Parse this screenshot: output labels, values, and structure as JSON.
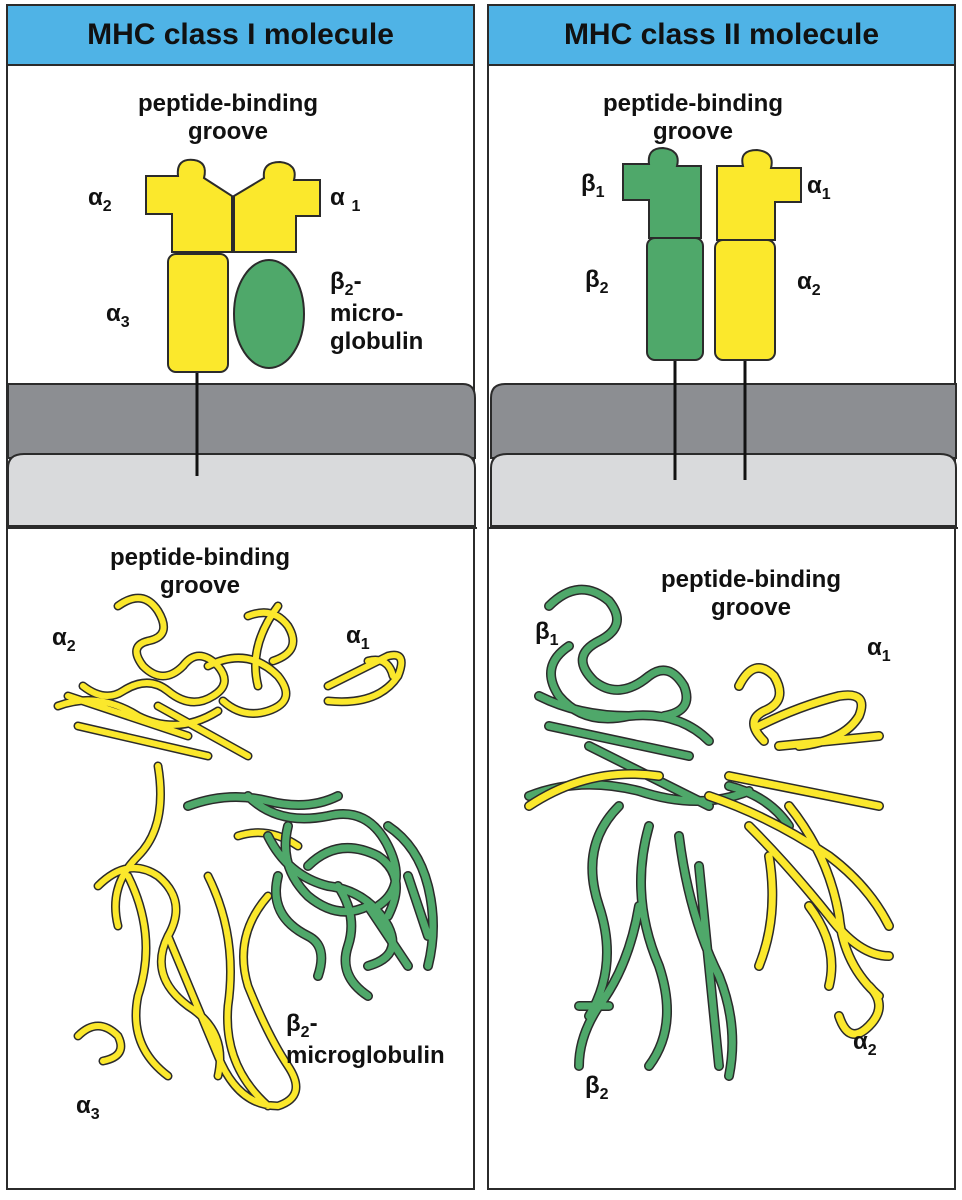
{
  "colors": {
    "header": "#4fb3e6",
    "alpha_chain": "#fbe82c",
    "beta_chain": "#4fa86a",
    "membrane_dark": "#8c8e92",
    "membrane_light": "#d9dadc"
  },
  "class1": {
    "title": "MHC class I molecule",
    "groove_line1": "peptide-binding",
    "groove_line2": "groove",
    "alpha1": "α",
    "alpha1_sub": "1",
    "alpha2": "α",
    "alpha2_sub": "2",
    "alpha3": "α",
    "alpha3_sub": "3",
    "b2m_line1": "β",
    "b2m_sub": "2",
    "b2m_dash": "-",
    "b2m_line2": "micro-",
    "b2m_line3": "globulin",
    "ribbon_groove_line1": "peptide-binding",
    "ribbon_groove_line2": "groove",
    "ribbon_b2m_line2": "microglobulin"
  },
  "class2": {
    "title": "MHC class II molecule",
    "groove_line1": "peptide-binding",
    "groove_line2": "groove",
    "alpha1": "α",
    "alpha1_sub": "1",
    "alpha2": "α",
    "alpha2_sub": "2",
    "beta1": "β",
    "beta1_sub": "1",
    "beta2": "β",
    "beta2_sub": "2",
    "ribbon_groove_line1": "peptide-binding",
    "ribbon_groove_line2": "groove"
  }
}
